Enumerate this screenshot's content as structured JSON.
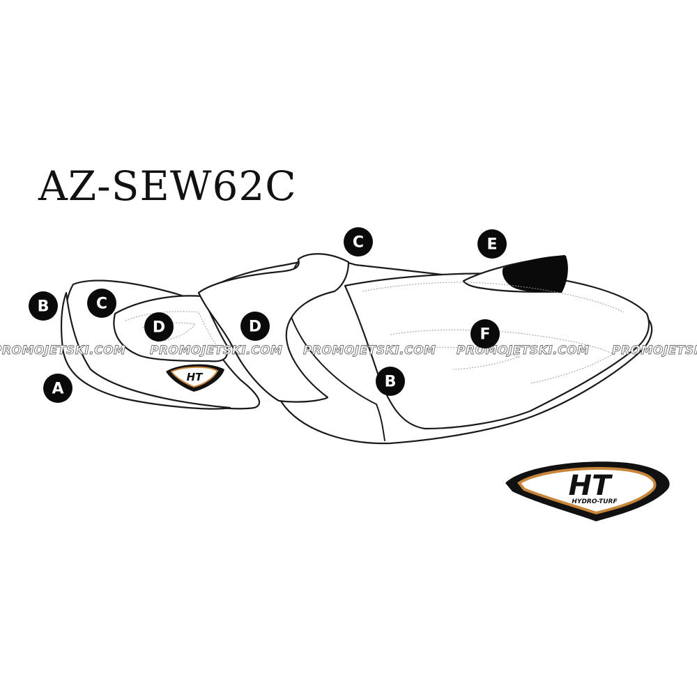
{
  "title": "AZ-SEW62C",
  "watermark": {
    "text": "PROMOJETSKI.COM",
    "repeats": 5
  },
  "markers": [
    {
      "letter": "A"
    },
    {
      "letter": "B"
    },
    {
      "letter": "C"
    },
    {
      "letter": "D"
    },
    {
      "letter": "D"
    },
    {
      "letter": "C"
    },
    {
      "letter": "E"
    },
    {
      "letter": "F"
    },
    {
      "letter": "B"
    }
  ],
  "logos": {
    "small": {
      "text": "HT"
    },
    "large": {
      "text": "HT",
      "subtext": "HYDRO-TURF"
    }
  },
  "colors": {
    "outline": "#1a1a1a",
    "marker_fill": "#0a0a0a",
    "logo_accent": "#c8863a",
    "background": "#ffffff"
  }
}
